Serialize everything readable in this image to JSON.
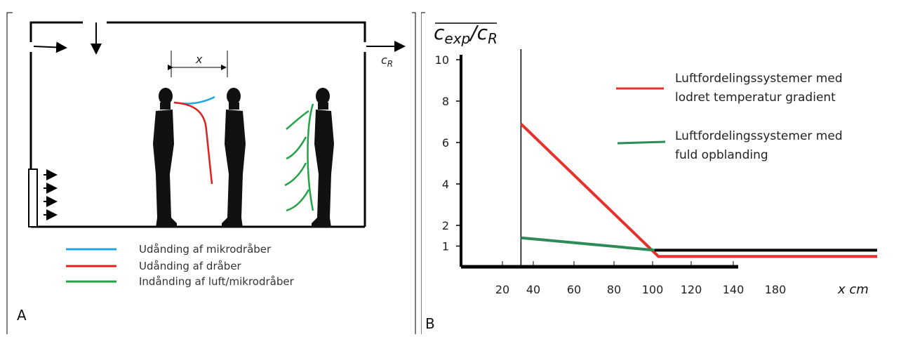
{
  "panel_a": {
    "letter": "A",
    "distance_label": "x",
    "outlet_label": "c",
    "outlet_subscript": "R",
    "legend": [
      {
        "label": "Udånding af mikrodråber",
        "color": "#1ea7e1"
      },
      {
        "label": "Udånding af dråber",
        "color": "#e02020"
      },
      {
        "label": "Indånding af luft/mikrodråber",
        "color": "#23a247"
      }
    ]
  },
  "panel_b": {
    "letter": "B",
    "ylabel_main": "c",
    "ylabel_sub_top": "exp",
    "ylabel_sep": "/c",
    "ylabel_sub_r": "R",
    "xlabel": "x cm",
    "legend": [
      {
        "label_line1": "Luftfordelingssystemer med",
        "label_line2": "lodret temperatur gradient",
        "color": "#e8312a"
      },
      {
        "label_line1": "Luftfordelingssystemer med",
        "label_line2": "fuld opblanding",
        "color": "#2e8b57"
      }
    ]
  },
  "chart_data": {
    "type": "line",
    "x_tick_labels": [
      "20",
      "40",
      "60",
      "80",
      "100",
      "120",
      "140",
      "180"
    ],
    "y_ticks": [
      1,
      2,
      4,
      6,
      8,
      10
    ],
    "ylim": [
      0,
      10
    ],
    "series": [
      {
        "name": "Luftfordelingssystemer med lodret temperatur gradient",
        "color": "#e8312a",
        "x": [
          32,
          103,
          200
        ],
        "y": [
          6.9,
          0.5,
          0.5
        ]
      },
      {
        "name": "Luftfordelingssystemer med fuld opblanding",
        "color": "#2e8b57",
        "x": [
          32,
          101
        ],
        "y": [
          1.4,
          0.8
        ]
      },
      {
        "name": "",
        "color": "#000000",
        "x": [
          101,
          200
        ],
        "y": [
          0.8,
          0.8
        ]
      }
    ],
    "vline_x": 32
  }
}
